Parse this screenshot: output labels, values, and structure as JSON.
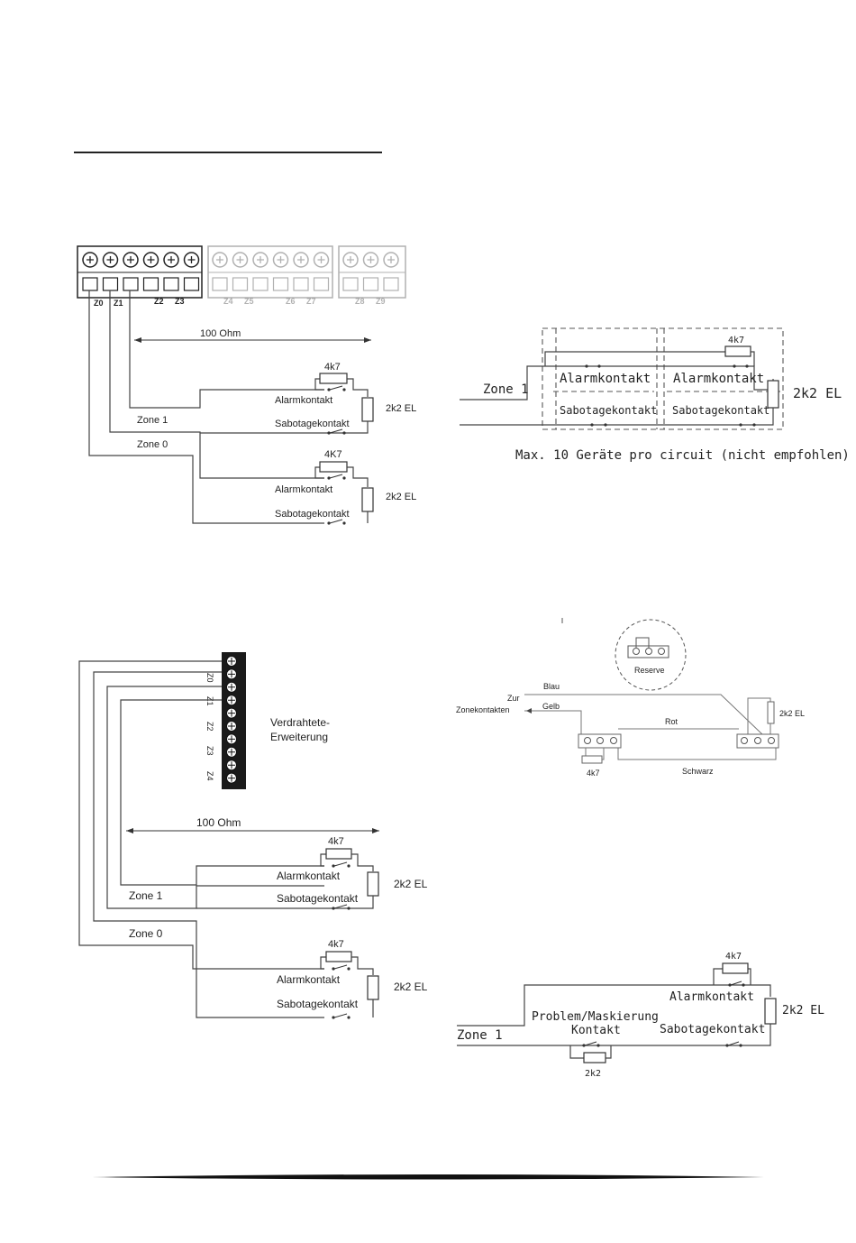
{
  "d1": {
    "terminal_labels": [
      "Z0",
      "Z1",
      "Z2",
      "Z3",
      "Z4",
      "Z5",
      "Z6",
      "Z7",
      "Z8",
      "Z9"
    ],
    "distance": "100 Ohm",
    "r1": "4k7",
    "r2": "4K7",
    "alarm": "Alarmkontakt",
    "tamper": "Sabotagekontakt",
    "eol": "2k2 EL",
    "zone1": "Zone 1",
    "zone0": "Zone 0"
  },
  "d2": {
    "r": "4k7",
    "zone": "Zone 1",
    "alarm": "Alarmkontakt",
    "tamper": "Sabotagekontakt",
    "eol": "2k2 EL",
    "caption": "Max. 10 Geräte pro circuit (nicht empfohlen)"
  },
  "d3": {
    "terminal_labels": [
      "Z0",
      "Z1",
      "Z2",
      "Z3",
      "Z4"
    ],
    "expansion_label": "Verdrahtete-\nErweiterung",
    "expansion_line1": "Verdrahtete-",
    "expansion_line2": "Erweiterung",
    "distance": "100 Ohm",
    "r": "4k7",
    "alarm": "Alarmkontakt",
    "tamper": "Sabotagekontakt",
    "eol": "2k2 EL",
    "zone1": "Zone 1",
    "zone0": "Zone 0"
  },
  "d4": {
    "reserve": "Reserve",
    "blau": "Blau",
    "zur": "Zur",
    "zonekontakten": "Zonekontakten",
    "gelb": "Gelb",
    "rot": "Rot",
    "schwarz": "Schwarz",
    "r": "4k7",
    "eol": "2k2 EL"
  },
  "d5": {
    "r_top": "4k7",
    "alarm": "Alarmkontakt",
    "eol": "2k2 EL",
    "problem": "Problem/Maskierung",
    "kontakt": "Kontakt",
    "tamper": "Sabotagekontakt",
    "zone": "Zone 1",
    "r_bottom": "2k2"
  }
}
